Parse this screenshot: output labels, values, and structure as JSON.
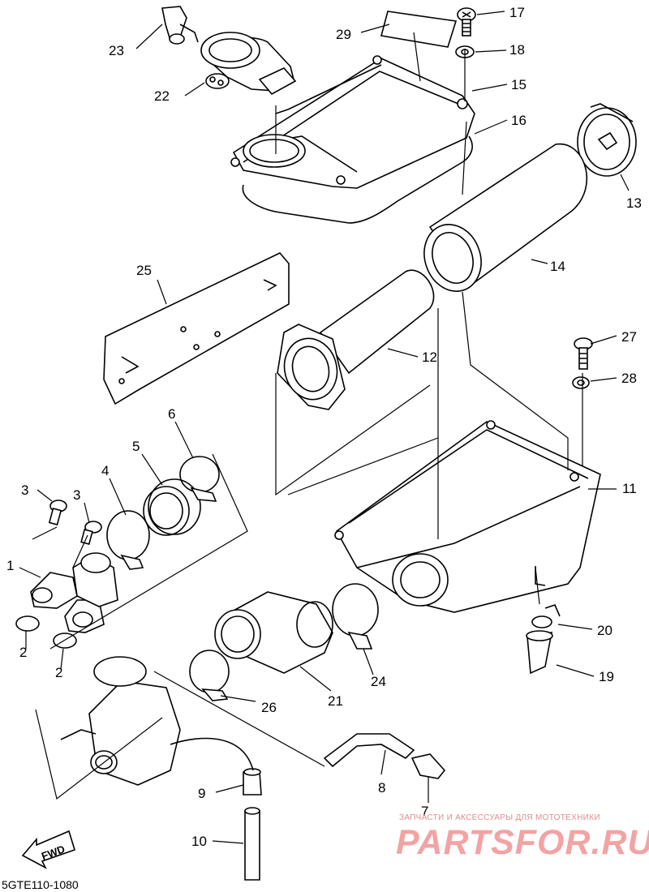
{
  "diagram": {
    "callouts": [
      "1",
      "2",
      "2",
      "3",
      "3",
      "4",
      "5",
      "6",
      "7",
      "8",
      "9",
      "10",
      "11",
      "12",
      "13",
      "14",
      "15",
      "16",
      "17",
      "18",
      "19",
      "20",
      "21",
      "22",
      "23",
      "24",
      "25",
      "26",
      "27",
      "28",
      "29"
    ],
    "fwd_label": "FWD",
    "drawing_code": "5GTE110-1080"
  },
  "watermark": {
    "tagline": "ЗАПЧАСТИ И АКСЕССУАРЫ ДЛЯ МОТОТЕХНИКИ",
    "brand": "PARTSFOR.RU"
  }
}
